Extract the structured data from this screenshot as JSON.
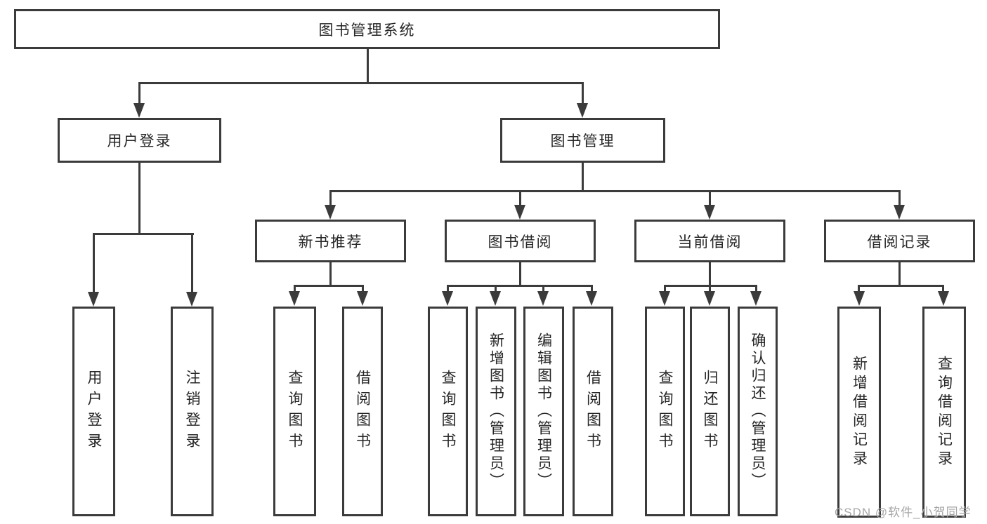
{
  "title": "图书管理系统",
  "nodes": {
    "root": "图书管理系统",
    "l1": [
      "用户登录",
      "图书管理"
    ],
    "l2": [
      "新书推荐",
      "图书借阅",
      "当前借阅",
      "借阅记录"
    ],
    "l3": [
      "用户登录",
      "注销登录",
      "查询图书",
      "借阅图书",
      "查询图书",
      "新增图书（管理员）",
      "编辑图书（管理员）",
      "借阅图书",
      "查询图书",
      "归还图书",
      "确认归还（管理员）",
      "新增借阅记录",
      "查询借阅记录"
    ]
  },
  "hierarchy": {
    "图书管理系统": [
      "用户登录",
      "图书管理"
    ],
    "用户登录": [
      "用户登录",
      "注销登录"
    ],
    "图书管理": [
      "新书推荐",
      "图书借阅",
      "当前借阅",
      "借阅记录"
    ],
    "新书推荐": [
      "查询图书",
      "借阅图书"
    ],
    "图书借阅": [
      "查询图书",
      "新增图书（管理员）",
      "编辑图书（管理员）",
      "借阅图书"
    ],
    "当前借阅": [
      "查询图书",
      "归还图书",
      "确认归还（管理员）"
    ],
    "借阅记录": [
      "新增借阅记录",
      "查询借阅记录"
    ]
  },
  "watermark": "CSDN @软件_小贺同学",
  "colors": {
    "line": "#3b3b3b",
    "box_background": "#ffffff",
    "text": "#262626",
    "watermark_text": "#a6a6a6"
  }
}
